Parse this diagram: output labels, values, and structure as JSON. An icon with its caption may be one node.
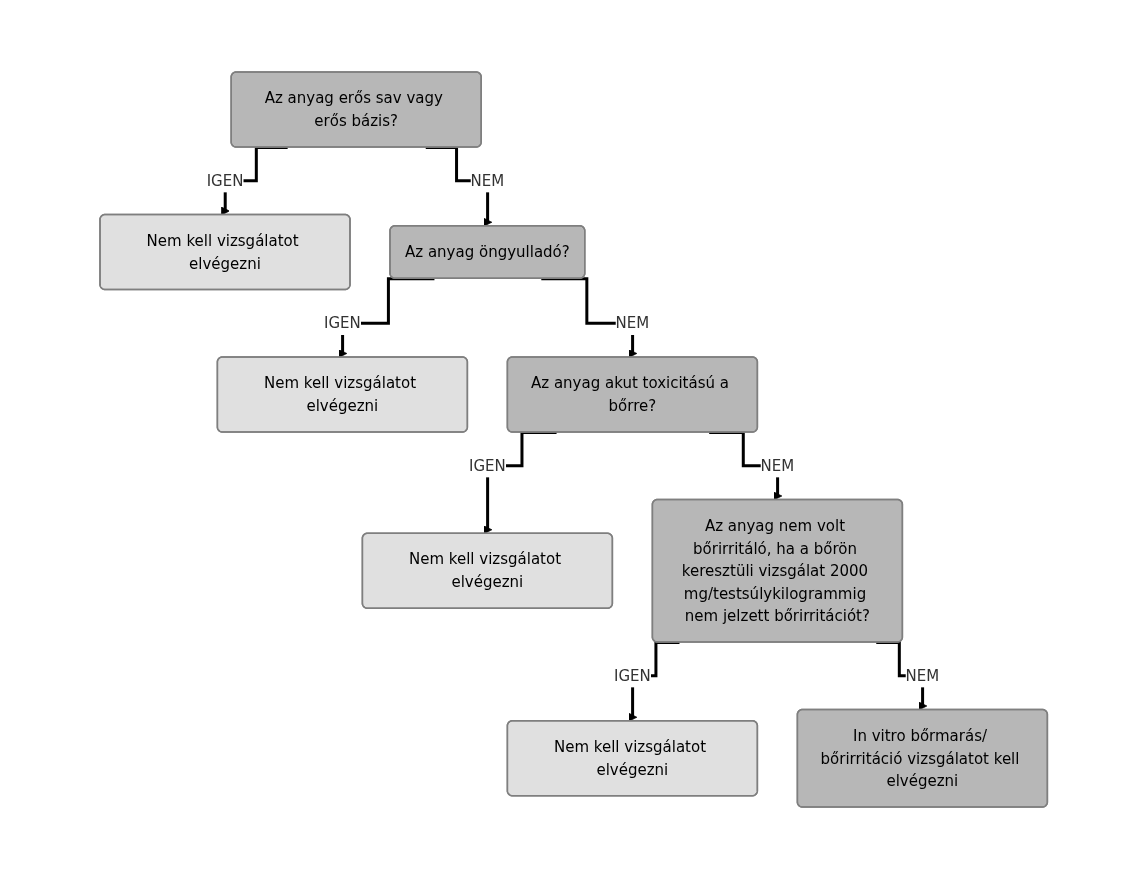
{
  "diagram": {
    "nodes": [
      {
        "text": [
          "Az anyag erős sav vagy erős bázis?"
        ]
      },
      {
        "text": [
          "Nem kell vizsgálatot elvégezni"
        ]
      },
      {
        "text": [
          "Az anyag öngyulladó?"
        ]
      },
      {
        "text": [
          "Nem kell vizsgálatot elvégezni"
        ]
      },
      {
        "text": [
          "Az anyag akut toxicitású a bőrre?"
        ]
      },
      {
        "text": [
          "Nem kell vizsgálatot elvégezni"
        ]
      },
      {
        "text": [
          "Az anyag nem volt bőrirritáló, ha a bőrön keresztüli vizsgálat 2000 mg/testsúlykilogrammig nem jelzett bőrirritációt?"
        ]
      },
      {
        "text": [
          "Nem kell vizsgálatot elvégezni"
        ]
      },
      {
        "text": [
          "In vitro bőrmarás/ bőrirritáció vizsgálatot kell elvégezni"
        ]
      }
    ],
    "edges": [
      {
        "from": 0,
        "to": 1,
        "arrow": "to",
        "label": "IGEN"
      },
      {
        "from": 0,
        "to": 2,
        "arrow": "to",
        "label": "NEM"
      },
      {
        "from": 2,
        "to": 3,
        "arrow": "to",
        "label": "IGEN"
      },
      {
        "from": 2,
        "to": 4,
        "arrow": "to",
        "label": "NEM"
      },
      {
        "from": 4,
        "to": 5,
        "arrow": "to",
        "label": "IGEN"
      },
      {
        "from": 4,
        "to": 6,
        "arrow": "to",
        "label": "NEM"
      },
      {
        "from": 6,
        "to": 7,
        "arrow": "to",
        "label": "IGEN"
      },
      {
        "from": 6,
        "to": 8,
        "arrow": "to",
        "label": "NEM"
      }
    ]
  }
}
